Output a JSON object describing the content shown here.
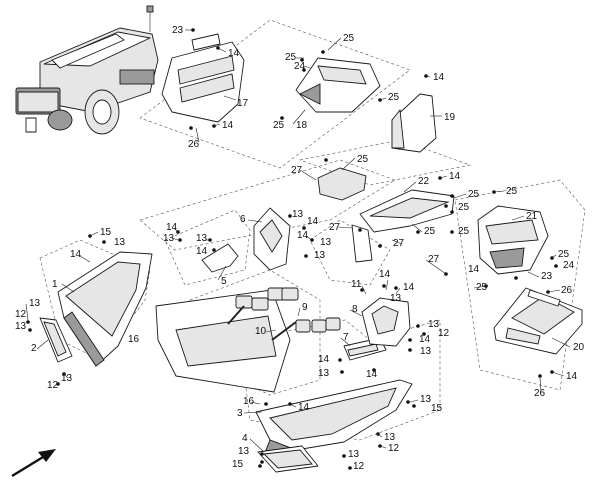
{
  "diagram": {
    "callouts": {
      "c1": "1",
      "c2": "2",
      "c3": "3",
      "c4": "4",
      "c5": "5",
      "c6": "6",
      "c7": "7",
      "c8": "8",
      "c9": "9",
      "c10": "10",
      "c11": "11",
      "c12": "12",
      "c13": "13",
      "c14": "14",
      "c15": "15",
      "c16": "16",
      "c17": "17",
      "c18": "18",
      "c19": "19",
      "c20": "20",
      "c21": "21",
      "c22": "22",
      "c23": "23",
      "c24": "24",
      "c25": "25",
      "c26": "26",
      "c27": "27"
    },
    "colors": {
      "line": "#1a1a1a",
      "fill": "#ffffff",
      "shade": "#e6e6e6",
      "dark": "#9a9a9a"
    },
    "icons": {
      "direction_arrow": "arrow-up-right-icon",
      "machine_view": "spreader-machine-illustration"
    }
  }
}
